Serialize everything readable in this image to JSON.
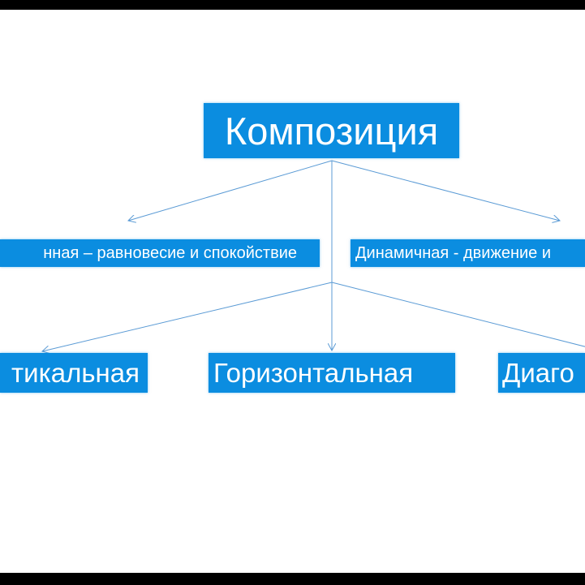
{
  "diagram": {
    "root": "Композиция",
    "level1": [
      {
        "label": "нная – равновесие и спокойствие"
      },
      {
        "label": "Динамичная - движение и"
      }
    ],
    "level2": [
      {
        "label": "тикальная"
      },
      {
        "label": "Горизонтальная"
      },
      {
        "label": "Диаго"
      }
    ],
    "colors": {
      "box": "#0b8de0",
      "arrow": "#5b9bd5",
      "text": "#ffffff"
    }
  }
}
